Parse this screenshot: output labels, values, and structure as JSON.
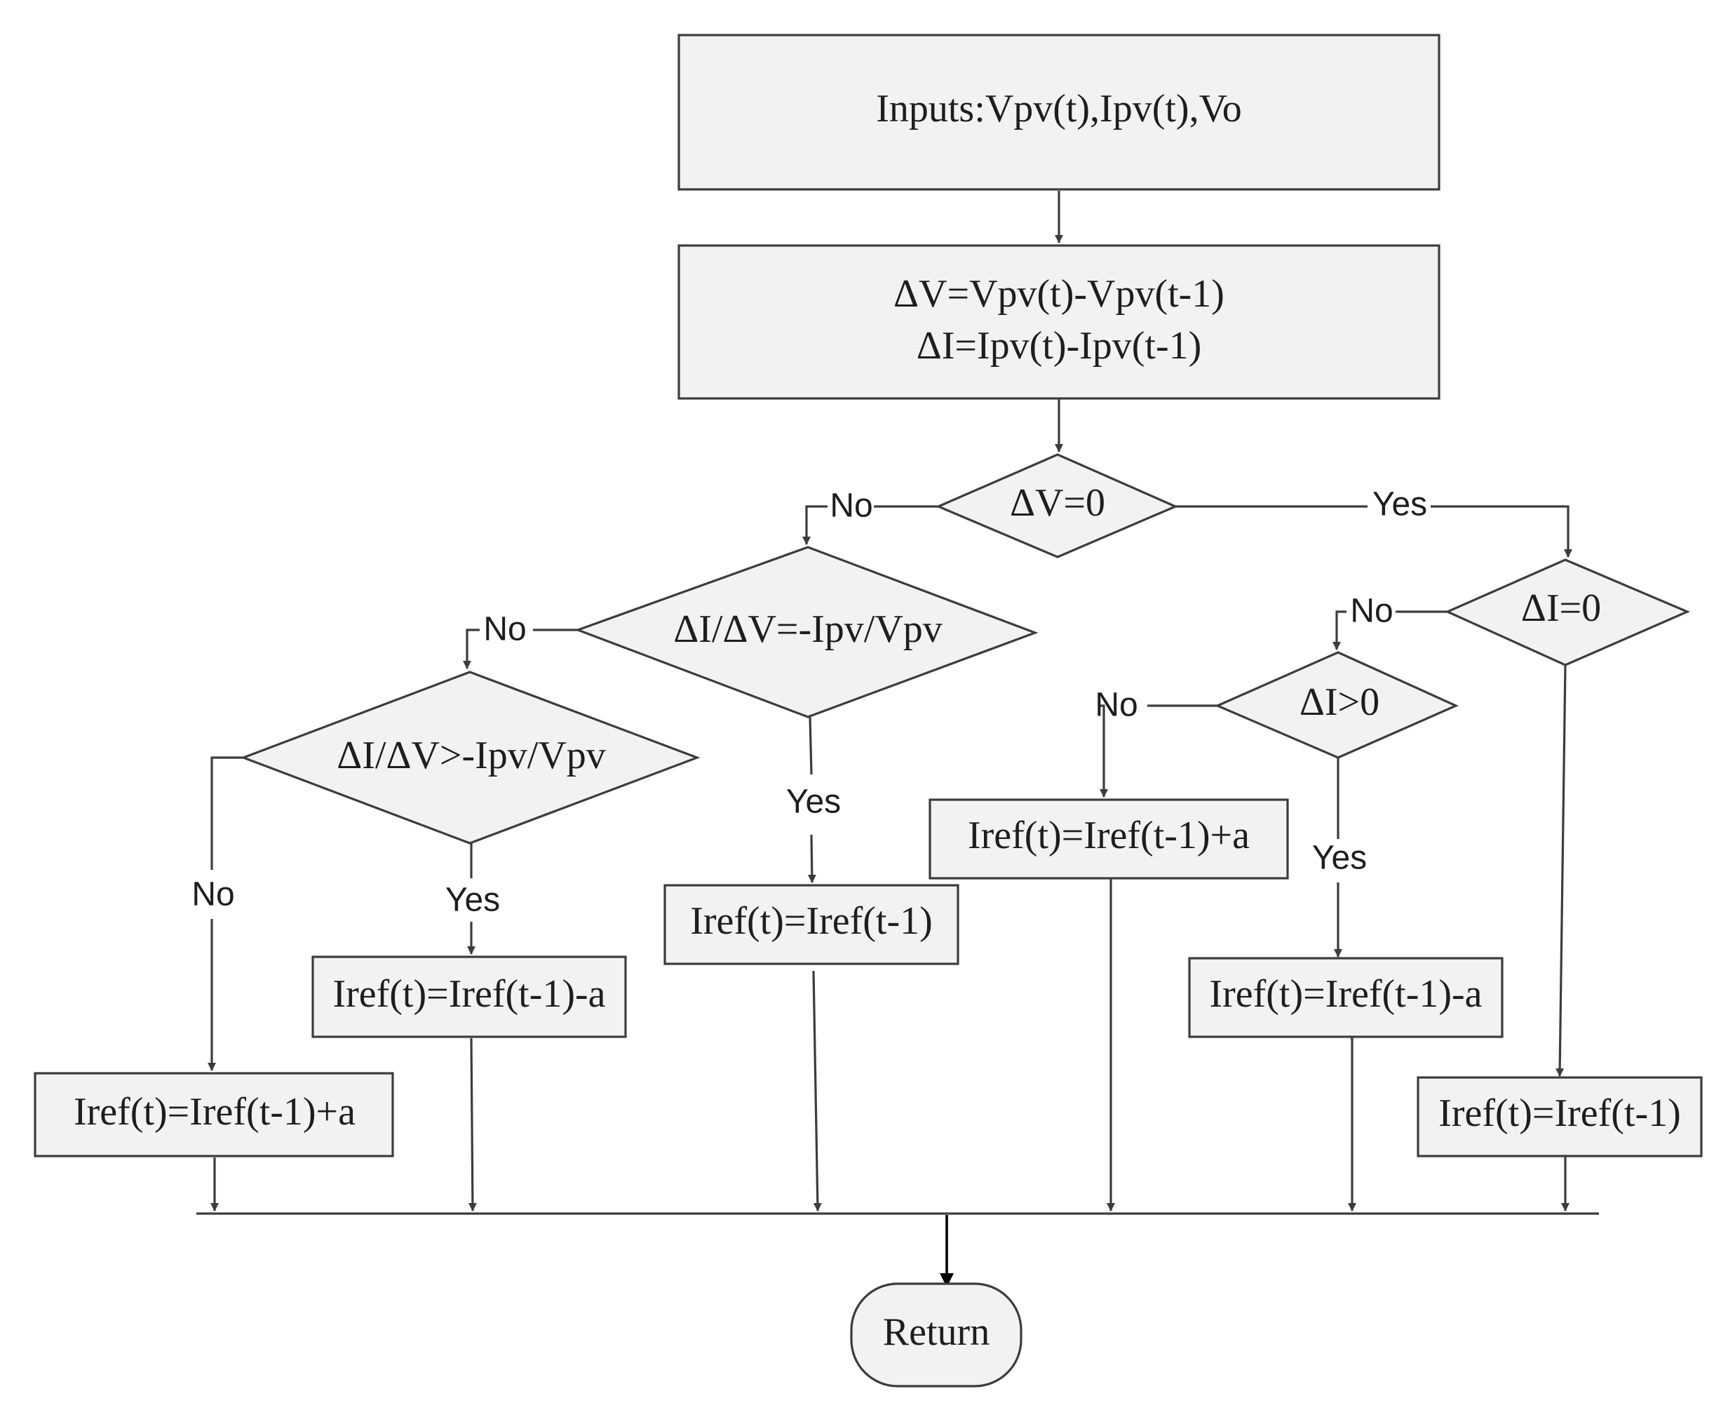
{
  "nodes": {
    "inputs": "Inputs:Vpv(t),Ipv(t),Vo",
    "delta_v_calc": "ΔV=Vpv(t)-Vpv(t-1)",
    "delta_i_calc": "ΔI=Ipv(t)-Ipv(t-1)",
    "dv_zero": "ΔV=0",
    "di_dv_equal": "ΔI/ΔV=-Ipv/Vpv",
    "di_dv_greater": "ΔI/ΔV>-Ipv/Vpv",
    "di_zero": "ΔI=0",
    "di_positive": "ΔI>0",
    "iref_plus_left": "Iref(t)=Iref(t-1)+a",
    "iref_minus_left": "Iref(t)=Iref(t-1)-a",
    "iref_hold_left": "Iref(t)=Iref(t-1)",
    "iref_plus_right": "Iref(t)=Iref(t-1)+a",
    "iref_minus_right": "Iref(t)=Iref(t-1)-a",
    "iref_hold_right": "Iref(t)=Iref(t-1)",
    "return": "Return"
  },
  "labels": {
    "no_dv_zero": "No",
    "yes_dv_zero": "Yes",
    "no_di_dv_equal": "No",
    "yes_di_dv_equal": "Yes",
    "no_di_dv_greater": "No",
    "yes_di_dv_greater": "Yes",
    "no_di_zero": "No",
    "no_di_positive": "No",
    "yes_di_positive": "Yes"
  }
}
